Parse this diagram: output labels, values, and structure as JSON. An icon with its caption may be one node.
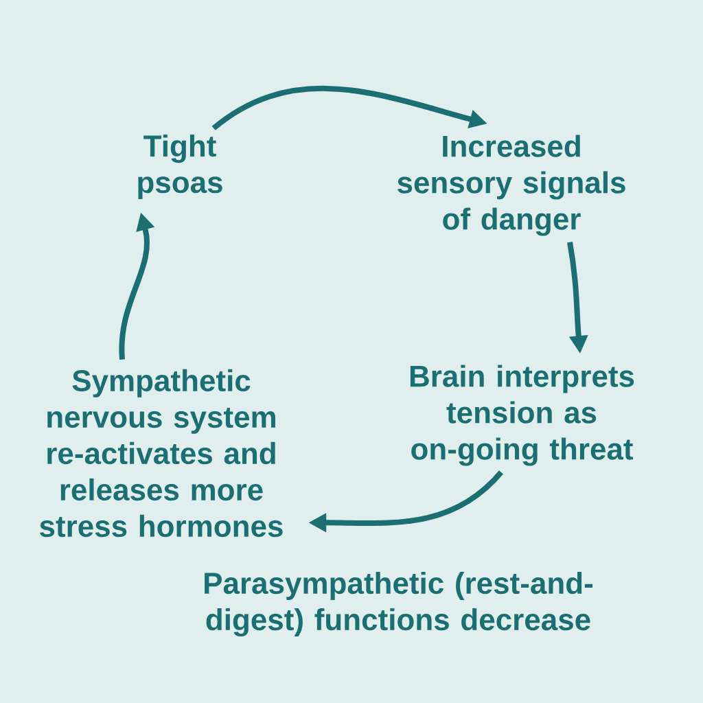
{
  "diagram": {
    "nodes": [
      {
        "text": [
          "Tight psoas"
        ]
      },
      {
        "text": [
          "Increased sensory signals of danger"
        ]
      },
      {
        "text": [
          "Brain interprets tension as on-going threat"
        ]
      },
      {
        "text": [
          "Sympathetic nervous system re-activates and releases more stress hormones"
        ]
      }
    ],
    "edges": [
      {
        "from": 0,
        "to": 1,
        "arrow": "to"
      },
      {
        "from": 1,
        "to": 2,
        "arrow": "to"
      },
      {
        "from": 2,
        "to": 3,
        "arrow": "to"
      },
      {
        "from": 3,
        "to": 0,
        "arrow": "to"
      }
    ],
    "labels": [
      "Parasympathetic (rest-and-digest) functions decrease"
    ]
  }
}
